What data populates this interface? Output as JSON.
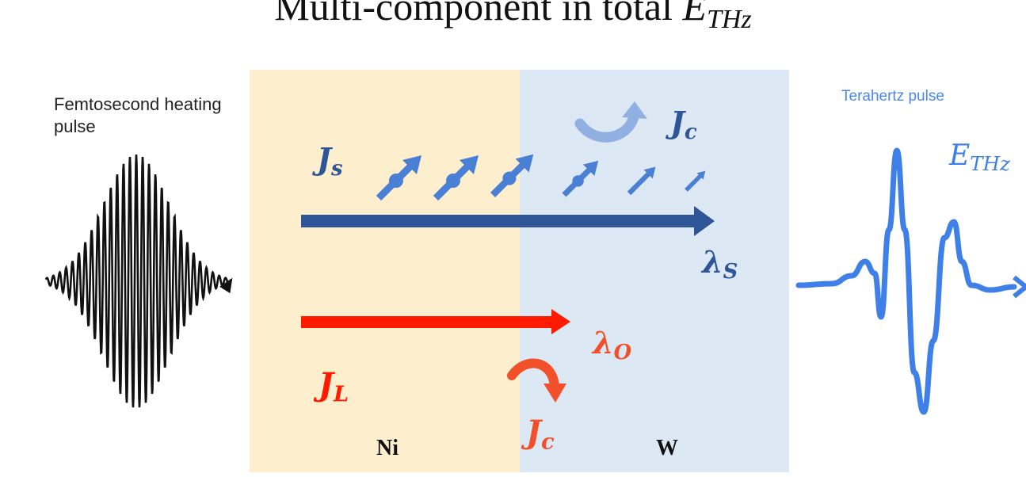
{
  "title": {
    "prefix": "Multi-component in total ",
    "symbol": "E",
    "subscript": "THz"
  },
  "left_pulse": {
    "label": "Femtosecond heating pulse"
  },
  "right_pulse": {
    "label": "Terahertz pulse",
    "field_symbol": "E",
    "field_subscript": "THz"
  },
  "layers": [
    {
      "name": "Ni",
      "color": "#fdefcd"
    },
    {
      "name": "W",
      "color": "#dce8f4"
    }
  ],
  "currents": {
    "spin": {
      "symbol": "J",
      "subscript": "s",
      "color": "#2e5597"
    },
    "spin_length": {
      "symbol": "λ",
      "subscript": "S",
      "color": "#2e5597"
    },
    "orbital": {
      "symbol": "J",
      "subscript": "L",
      "color": "#ff1a00"
    },
    "orbital_length": {
      "symbol": "λ",
      "subscript": "O",
      "color": "#f2502a"
    },
    "charge_top": {
      "symbol": "J",
      "subscript": "c",
      "color": "#2e5597"
    },
    "charge_bottom": {
      "symbol": "J",
      "subscript": "c",
      "color": "#f2502a"
    }
  },
  "icons": [
    "femtosecond-pulse-icon",
    "terahertz-waveform-icon",
    "spin-arrow-icon",
    "curved-arrow-icon"
  ]
}
